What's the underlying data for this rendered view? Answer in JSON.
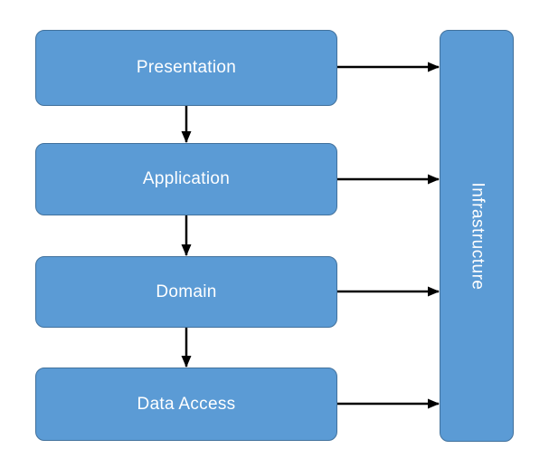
{
  "diagram": {
    "layers": [
      {
        "label": "Presentation"
      },
      {
        "label": "Application"
      },
      {
        "label": "Domain"
      },
      {
        "label": "Data Access"
      }
    ],
    "side_box": {
      "label": "Infrastructure"
    },
    "connections": [
      {
        "from": "Presentation",
        "to": "Application"
      },
      {
        "from": "Application",
        "to": "Domain"
      },
      {
        "from": "Domain",
        "to": "Data Access"
      },
      {
        "from": "Presentation",
        "to": "Infrastructure"
      },
      {
        "from": "Application",
        "to": "Infrastructure"
      },
      {
        "from": "Domain",
        "to": "Infrastructure"
      },
      {
        "from": "Data Access",
        "to": "Infrastructure"
      }
    ],
    "colors": {
      "box_fill": "#5B9BD5",
      "box_border": "#41719C",
      "arrow": "#000000",
      "text": "#FFFFFF",
      "background": "#FFFFFF"
    }
  }
}
